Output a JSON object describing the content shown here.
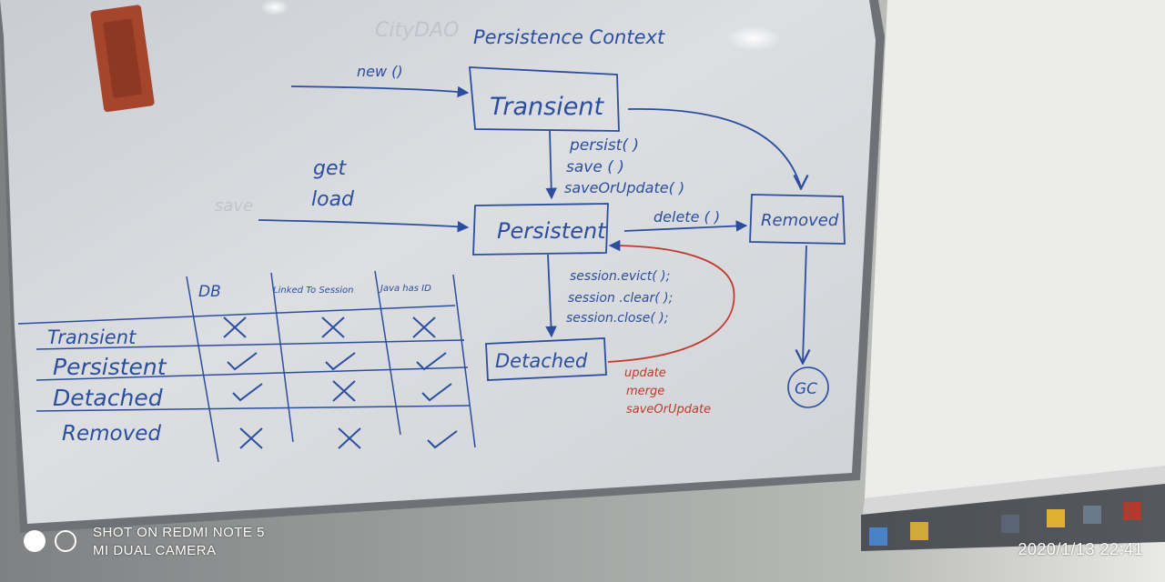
{
  "watermark": {
    "line1": "SHOT ON REDMI NOTE 5",
    "line2": "MI DUAL CAMERA",
    "datetime": "2020/1/13  22:41"
  },
  "whiteboard": {
    "title": "Persistence Context",
    "faded_text": "CityDAO",
    "faded_left": "save",
    "entry_new": "new ()",
    "entry_get": "get",
    "entry_load": "load",
    "states": {
      "transient": "Transient",
      "persistent": "Persistent",
      "removed": "Removed",
      "detached": "Detached",
      "gc": "GC"
    },
    "transitions": {
      "to_persistent": [
        "persist( )",
        "save ( )",
        "saveOrUpdate( )"
      ],
      "delete": "delete ( )",
      "to_detached": [
        "session.evict( );",
        "session .clear( );",
        "session.close( );"
      ],
      "reattach": [
        "update",
        "merge",
        "saveOrUpdate"
      ]
    },
    "table": {
      "headers": [
        "DB",
        "Linked To Session",
        "Java has ID"
      ],
      "rows": [
        {
          "label": "Transient",
          "marks": [
            "x",
            "x",
            "x"
          ]
        },
        {
          "label": "Persistent",
          "marks": [
            "check",
            "check",
            "check"
          ]
        },
        {
          "label": "Detached",
          "marks": [
            "check",
            "x",
            "check"
          ]
        },
        {
          "label": "Removed",
          "marks": [
            "x",
            "x",
            "check"
          ]
        }
      ]
    }
  },
  "colors": {
    "marker_blue": "#2b4f9e",
    "marker_red": "#c0392b",
    "board": "#d9dbdf",
    "frame": "#6e7276"
  }
}
